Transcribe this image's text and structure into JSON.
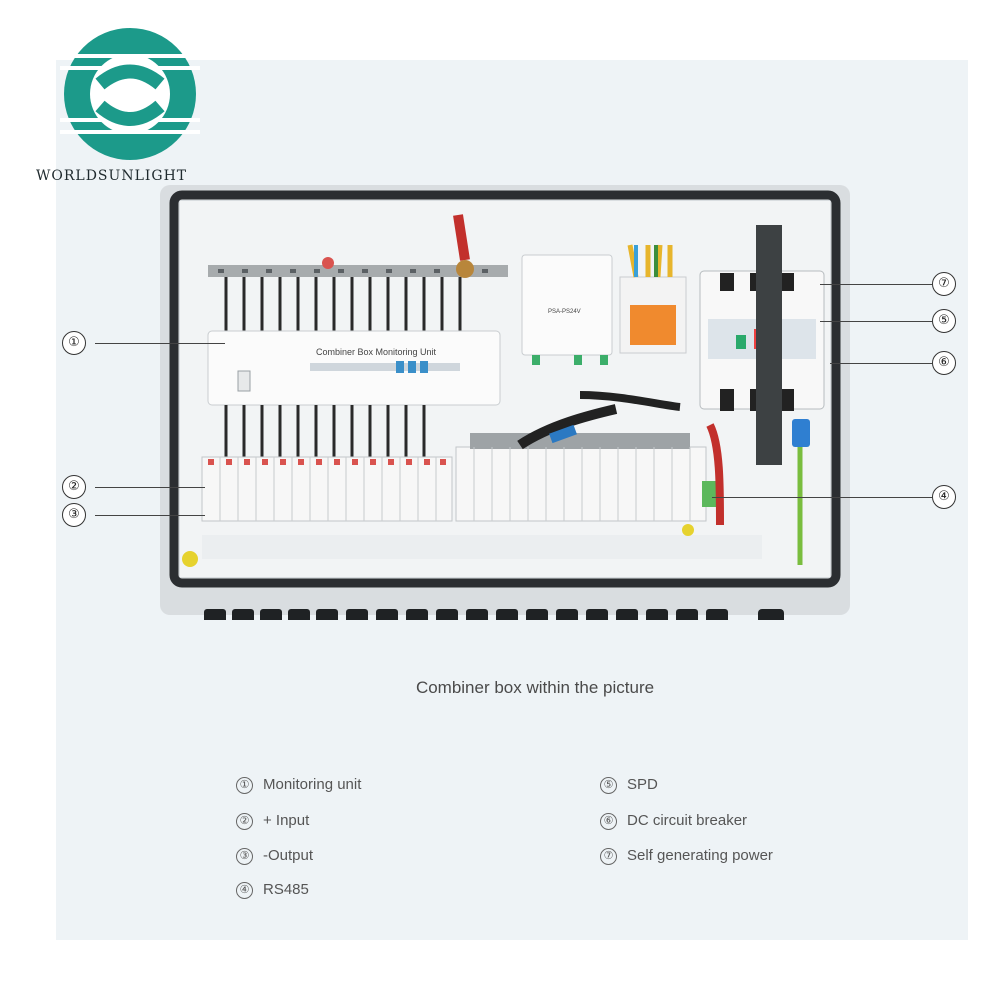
{
  "brand": {
    "name": "WORLDSUNLIGHT",
    "logo_color": "#1c9a8a"
  },
  "device": {
    "monitoring_unit_label": "Combiner Box Monitoring Unit",
    "power_module_label": "PSA-PS24V"
  },
  "callouts": [
    {
      "number": "①"
    },
    {
      "number": "②"
    },
    {
      "number": "③"
    },
    {
      "number": "④"
    },
    {
      "number": "⑤"
    },
    {
      "number": "⑥"
    },
    {
      "number": "⑦"
    }
  ],
  "caption": "Combiner box within the picture",
  "legend": {
    "left": [
      {
        "number": "①",
        "label": "Monitoring unit"
      },
      {
        "number": "②",
        "label": "+ Input"
      },
      {
        "number": "③",
        "label": "-Output"
      },
      {
        "number": "④",
        "label": "RS485"
      }
    ],
    "right": [
      {
        "number": "⑤",
        "label": "SPD"
      },
      {
        "number": "⑥",
        "label": "DC circuit breaker"
      },
      {
        "number": "⑦",
        "label": "Self generating power"
      }
    ]
  }
}
